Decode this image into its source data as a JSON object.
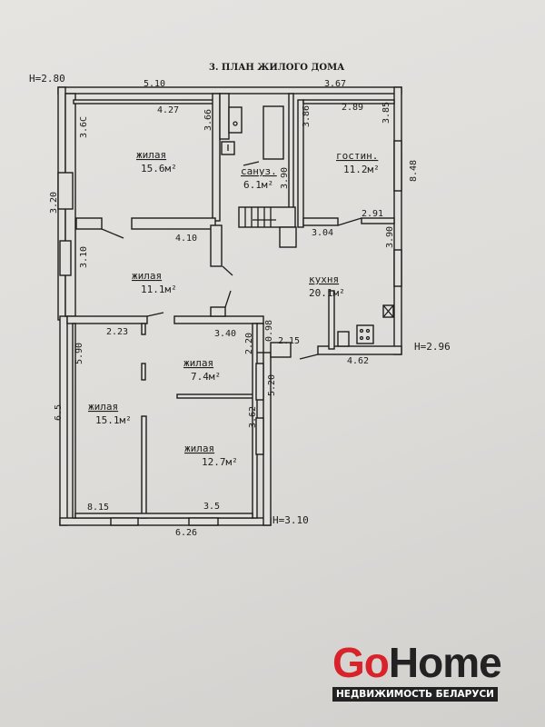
{
  "title": "3. ПЛАН ЖИЛОГО ДОМА",
  "heights": {
    "h1": "H=2.80",
    "h2": "H=2.96",
    "h3": "H=3.10"
  },
  "dimensions": {
    "top_left": "5.10",
    "top_right": "3.67",
    "r1_top": "4.27",
    "r1_left": "3.6С",
    "r1_right": "3.66",
    "liv_top": "2.89",
    "liv_left": "3.86",
    "liv_right": "3.85",
    "right_outer": "8.48",
    "left_outer": "3.20",
    "bath_side": "3.90",
    "kit_top_right": "2.91",
    "kit_top": "3.04",
    "kit_right": "3.90",
    "hall_top": "4.10",
    "hall_left": "3.10",
    "r4_top": "2.23",
    "r5_top": "3.40",
    "r5_side": "0.98",
    "r5_right": "2.20",
    "step": "2.15",
    "r4_left": "5.90",
    "kit_bottom": "4.62",
    "right_lower": "5.20",
    "left_lower": "6.5",
    "r6_right": "3.62",
    "r4_bottom": "8.15",
    "r6_bottom": "3.5",
    "bottom_outer": "6.26"
  },
  "rooms": [
    {
      "name": "жилая",
      "area": "15.6м²"
    },
    {
      "name": "сануз.",
      "area": "6.1м²"
    },
    {
      "name": "гостин.",
      "area": "11.2м²"
    },
    {
      "name": "жилая",
      "area": "11.1м²"
    },
    {
      "name": "кухня",
      "area": "20.1м²"
    },
    {
      "name": "жилая",
      "area": "7.4м²"
    },
    {
      "name": "жилая",
      "area": "15.1м²"
    },
    {
      "name": "жилая",
      "area": "12.7м²"
    }
  ],
  "logo": {
    "go": "Go",
    "home": "Home",
    "tagline": "НЕДВИЖИМОСТЬ БЕЛАРУСИ"
  }
}
